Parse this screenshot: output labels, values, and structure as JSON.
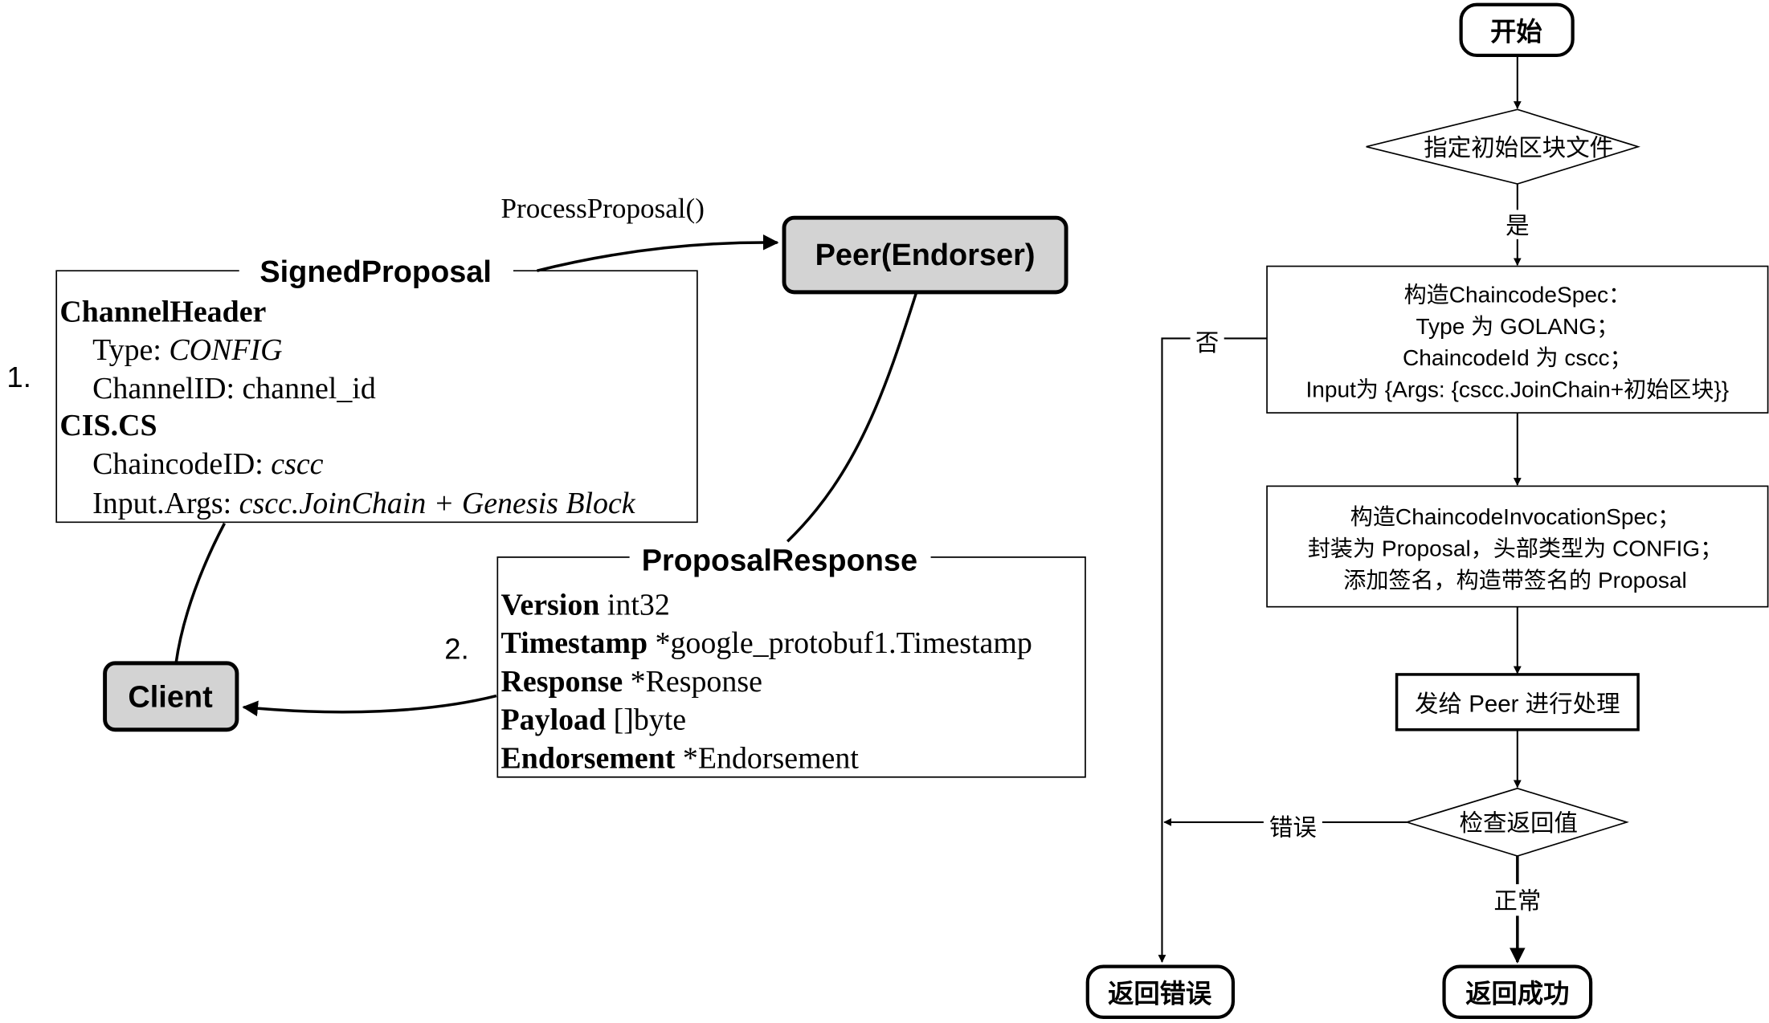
{
  "left": {
    "step1": "1.",
    "step2": "2.",
    "process_call": "ProcessProposal()",
    "peer": "Peer(Endorser)",
    "client": "Client",
    "signed_proposal": {
      "title": "SignedProposal",
      "channel_header": "ChannelHeader",
      "type_label": "Type: ",
      "type_value": "CONFIG",
      "channel_id": "ChannelID: channel_id",
      "cis": "CIS.CS",
      "chaincode_label": "ChaincodeID: ",
      "chaincode_value": "cscc",
      "args_label": "Input.Args: ",
      "args_value": "cscc.JoinChain + Genesis Block"
    },
    "proposal_response": {
      "title": "ProposalResponse",
      "fields": [
        {
          "name": "Version",
          "type": " int32"
        },
        {
          "name": "Timestamp",
          "type": " *google_protobuf1.Timestamp"
        },
        {
          "name": "Response",
          "type": " *Response"
        },
        {
          "name": "Payload",
          "type": " []byte"
        },
        {
          "name": "Endorsement",
          "type": " *Endorsement"
        }
      ]
    }
  },
  "flow": {
    "start": "开始",
    "decision1": "指定初始区块文件",
    "yes": "是",
    "no": "否",
    "box1": [
      "构造ChaincodeSpec：",
      "Type 为 GOLANG；",
      "ChaincodeId 为 cscc；",
      "Input为 {Args: {cscc.JoinChain+初始区块}}"
    ],
    "box2": [
      "构造ChaincodeInvocationSpec；",
      "封装为 Proposal，头部类型为 CONFIG；",
      "添加签名，构造带签名的 Proposal"
    ],
    "send": "发给 Peer 进行处理",
    "check": "检查返回值",
    "error_label": "错误",
    "normal_label": "正常",
    "return_error": "返回错误",
    "return_success": "返回成功"
  }
}
